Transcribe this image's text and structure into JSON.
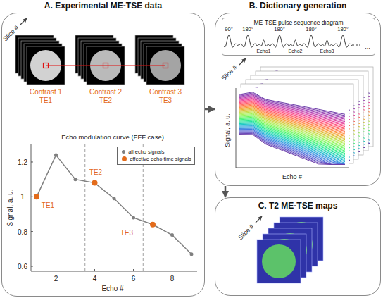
{
  "diagram": {
    "nodes": [
      {
        "text": [
          "A. Experimental ME-TSE data"
        ]
      },
      {
        "text": [
          "B. Dictionary generation"
        ]
      },
      {
        "text": [
          "C. T2 ME-TSE maps"
        ]
      },
      {
        "text": [
          "ME-TSE pulse sequence diagram"
        ],
        "in": 1
      }
    ],
    "edges": [
      {
        "from": 0,
        "to": 1,
        "arrow": "to"
      },
      {
        "from": 1,
        "to": 2,
        "arrow": "to"
      }
    ],
    "labels": [
      "Slice #",
      "Contrast 1 TE1",
      "Contrast 2 TE2",
      "Contrast 3 TE3",
      "Echo modulation curve (FFF case)",
      "1.2",
      "1",
      "0.8",
      "0.6",
      "2",
      "4",
      "6",
      "8",
      "Echo #",
      "Signal, a. u.",
      "TE1",
      "TE2",
      "TE3",
      "90°",
      "180°",
      "180°",
      "180°",
      "180°",
      "Echo1",
      "Echo2",
      "Echo3",
      "...",
      "Slice #",
      "Signal, a. u.",
      "Echo #",
      "Slice #"
    ],
    "legend": [
      {
        "text": "all echo signals",
        "color": "#7f7f7f"
      },
      {
        "text": "effective echo time signals",
        "color": "#e36c1c"
      }
    ]
  }
}
